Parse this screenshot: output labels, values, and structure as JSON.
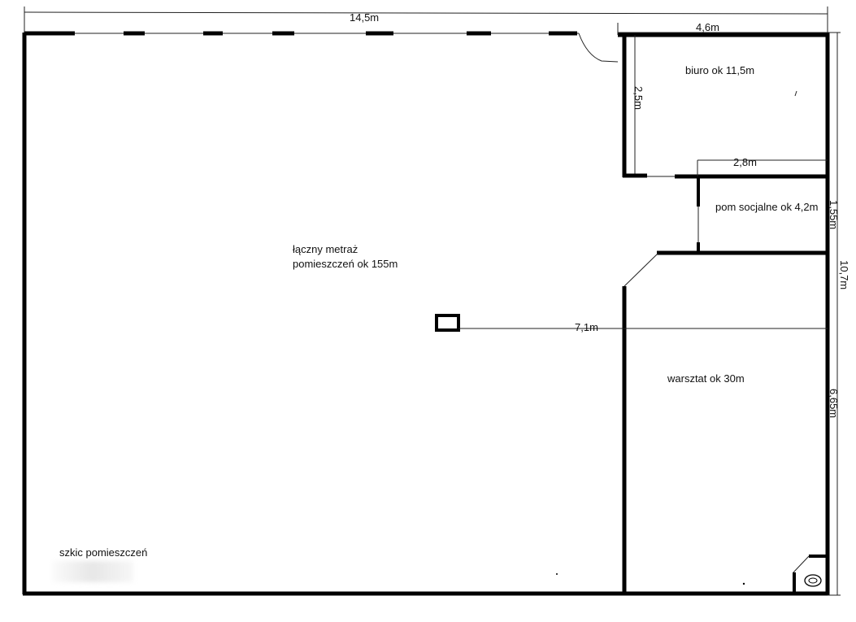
{
  "dimensions": {
    "top_width": "14,5m",
    "office_width": "4,6m",
    "office_depth": "2,5m",
    "social_width": "2,8m",
    "social_depth": "1,55m",
    "right_total": "10,7m",
    "workshop_depth": "6,65m",
    "center_to_wall": "7,1m"
  },
  "rooms": {
    "office": "biuro ok 11,5m",
    "social": "pom socjalne ok 4,2m",
    "total_line1": "łączny metraż",
    "total_line2": "pomieszczeń ok 155m",
    "workshop": "warsztat ok 30m"
  },
  "caption": "szkic pomieszczeń",
  "colors": {
    "wall": "#000000",
    "thin_line": "#222222",
    "background": "#ffffff"
  }
}
